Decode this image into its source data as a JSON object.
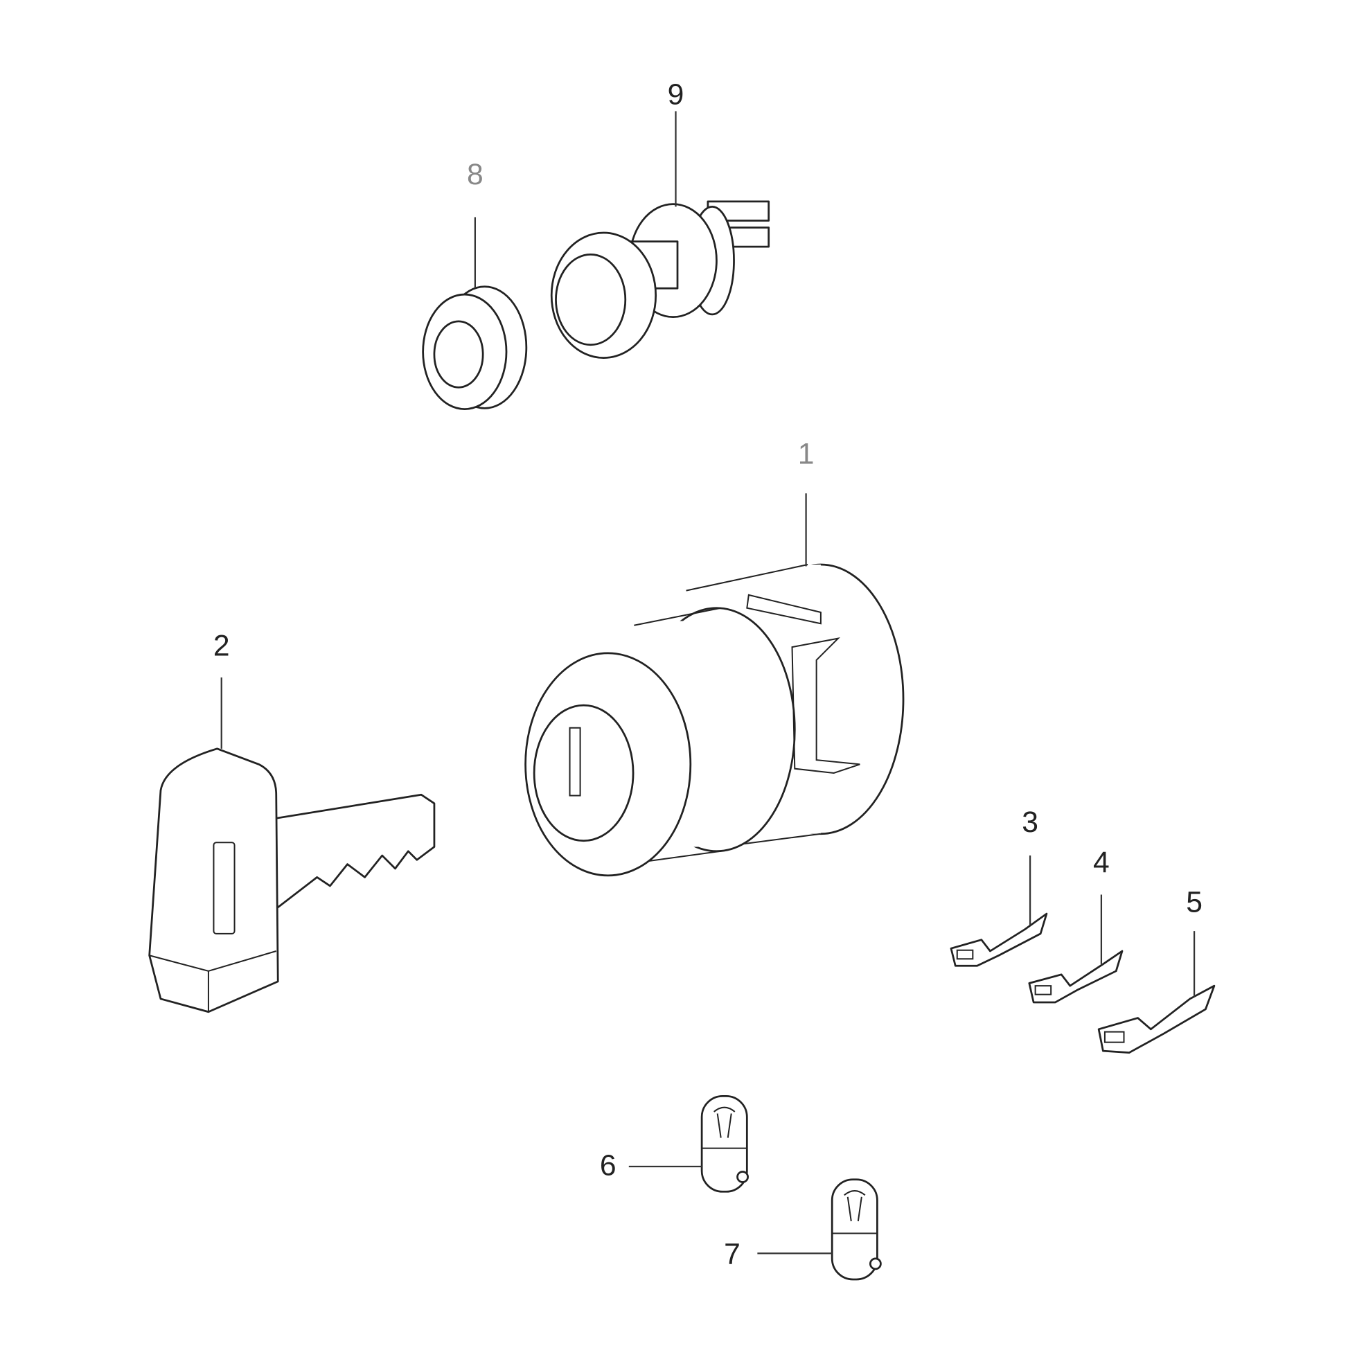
{
  "diagram": {
    "callouts": [
      {
        "id": "1",
        "label": "1",
        "part": "ignition-switch"
      },
      {
        "id": "2",
        "label": "2",
        "part": "key"
      },
      {
        "id": "3",
        "label": "3",
        "part": "terminal-connector"
      },
      {
        "id": "4",
        "label": "4",
        "part": "terminal-connector"
      },
      {
        "id": "5",
        "label": "5",
        "part": "terminal-connector"
      },
      {
        "id": "6",
        "label": "6",
        "part": "bulb"
      },
      {
        "id": "7",
        "label": "7",
        "part": "bulb"
      },
      {
        "id": "8",
        "label": "8",
        "part": "lamp-cap"
      },
      {
        "id": "9",
        "label": "9",
        "part": "indicator-lamp-holder"
      }
    ]
  }
}
